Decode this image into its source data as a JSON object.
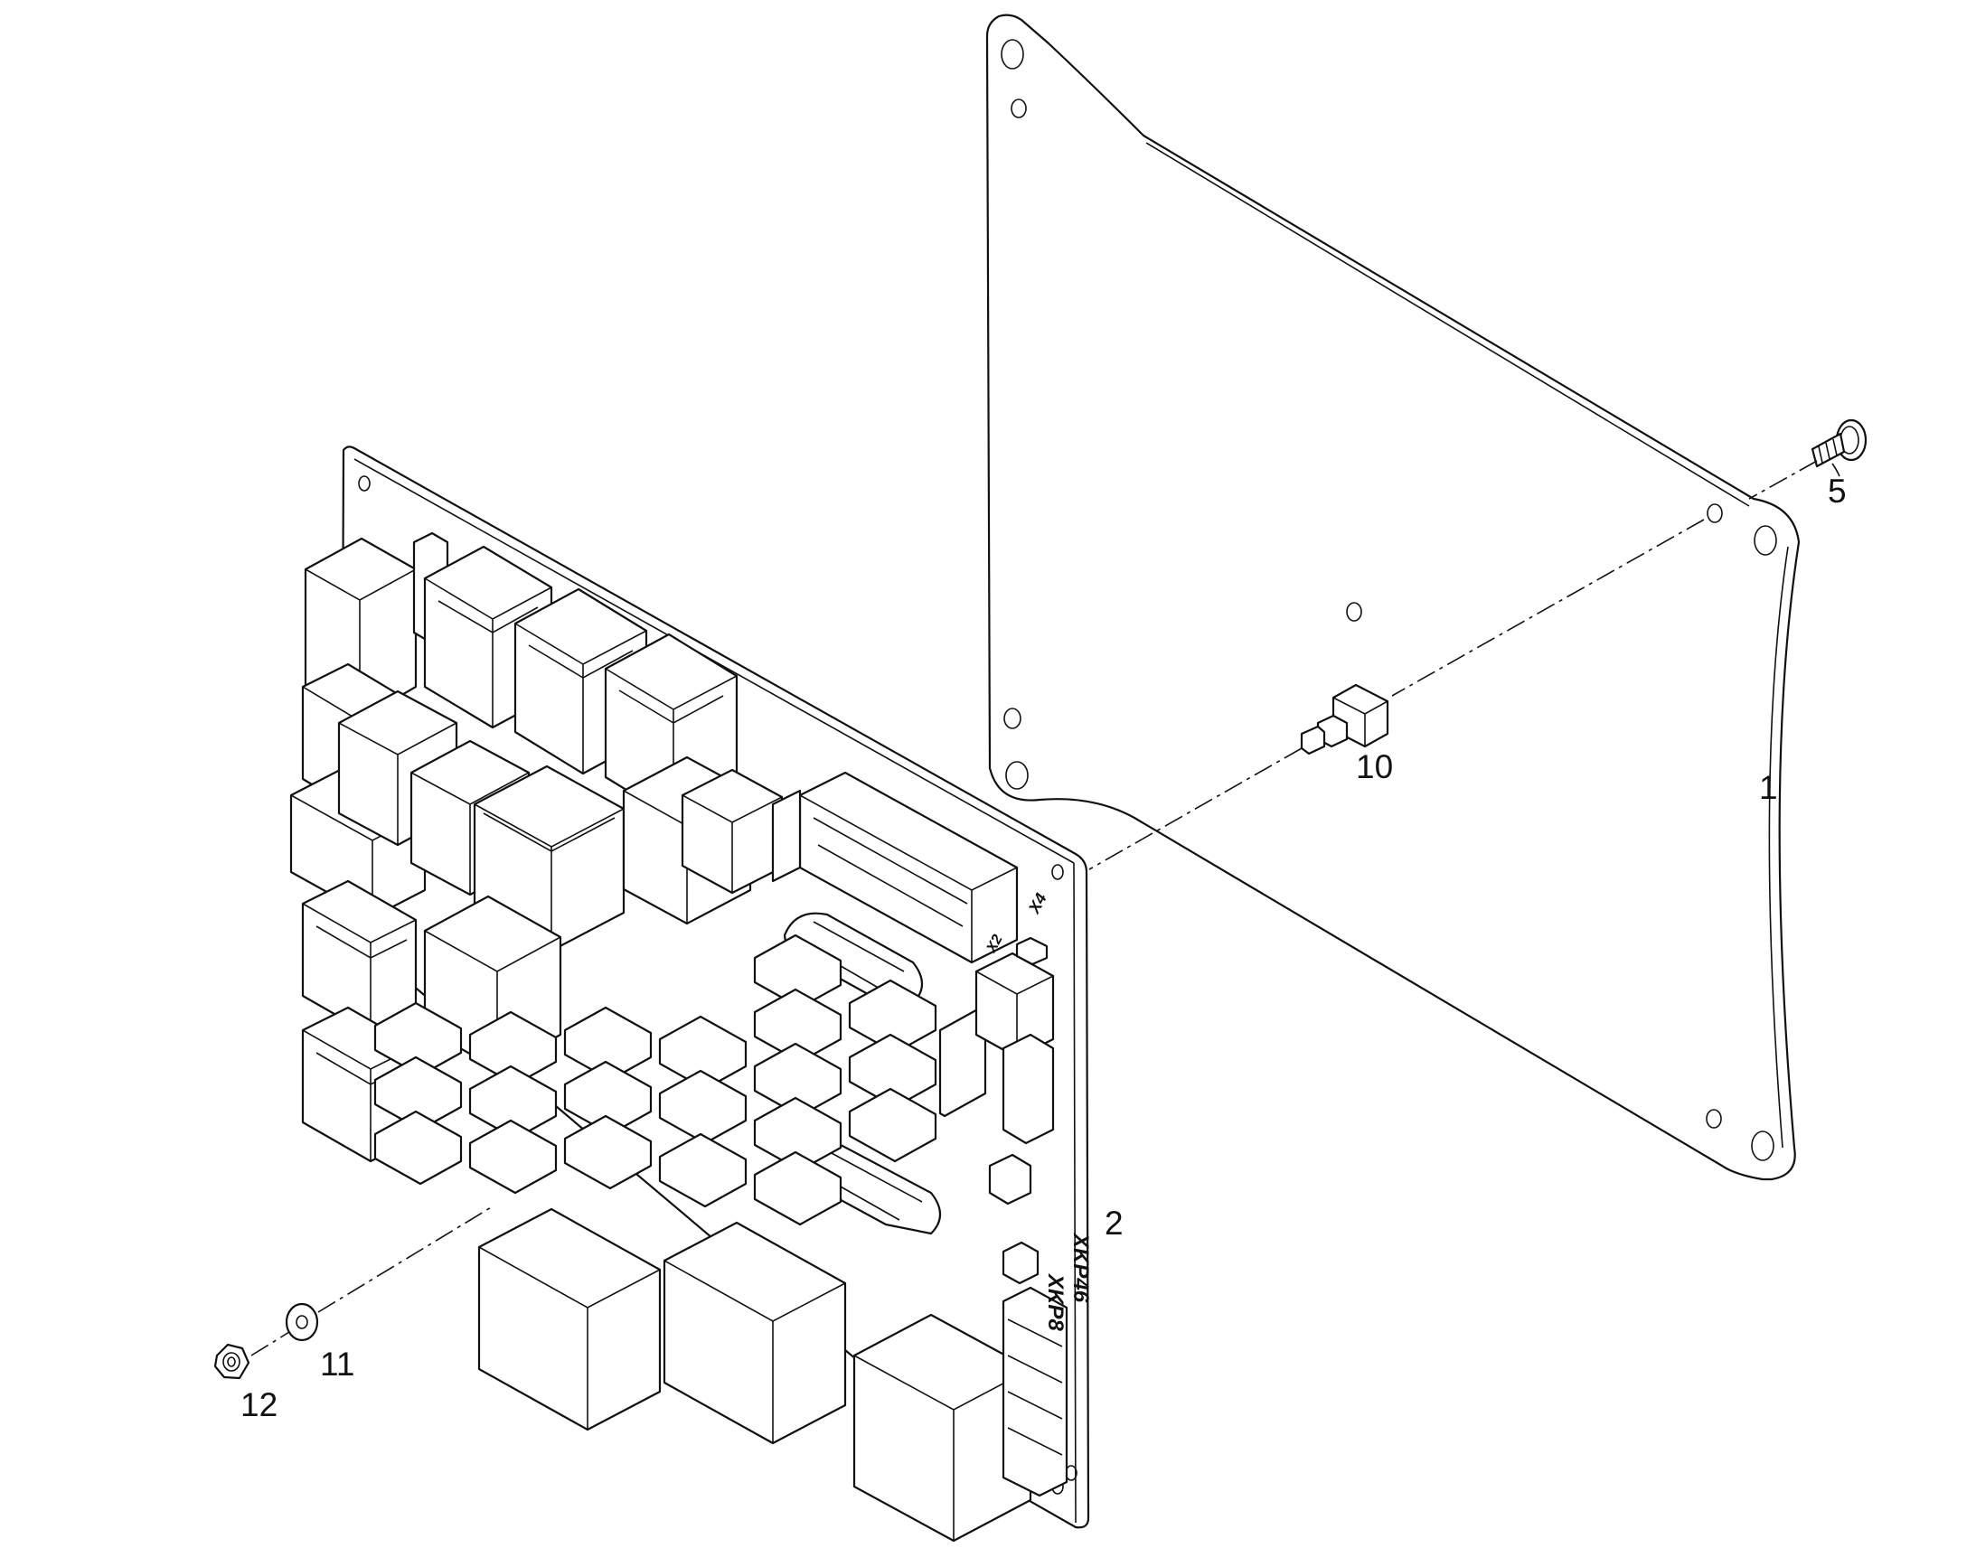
{
  "callouts": [
    {
      "id": "1",
      "label": "1"
    },
    {
      "id": "2",
      "label": "2"
    },
    {
      "id": "5",
      "label": "5"
    },
    {
      "id": "10",
      "label": "10"
    },
    {
      "id": "11",
      "label": "11"
    },
    {
      "id": "12",
      "label": "12"
    }
  ],
  "board_markings": {
    "x4": "X4",
    "x2": "X2",
    "xkp46": "XKP46",
    "xkp8": "XKP8"
  }
}
